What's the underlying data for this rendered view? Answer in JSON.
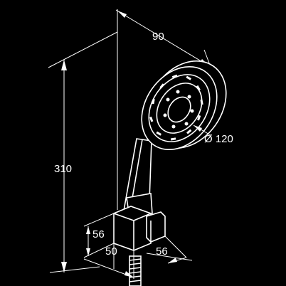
{
  "dimensions": {
    "head_offset": "90",
    "head_diameter": "Ø 120",
    "total_height": "310",
    "holder_height": "56",
    "holder_width": "50",
    "holder_depth": "56"
  },
  "colors": {
    "background": "#000000",
    "line": "#ffffff"
  }
}
